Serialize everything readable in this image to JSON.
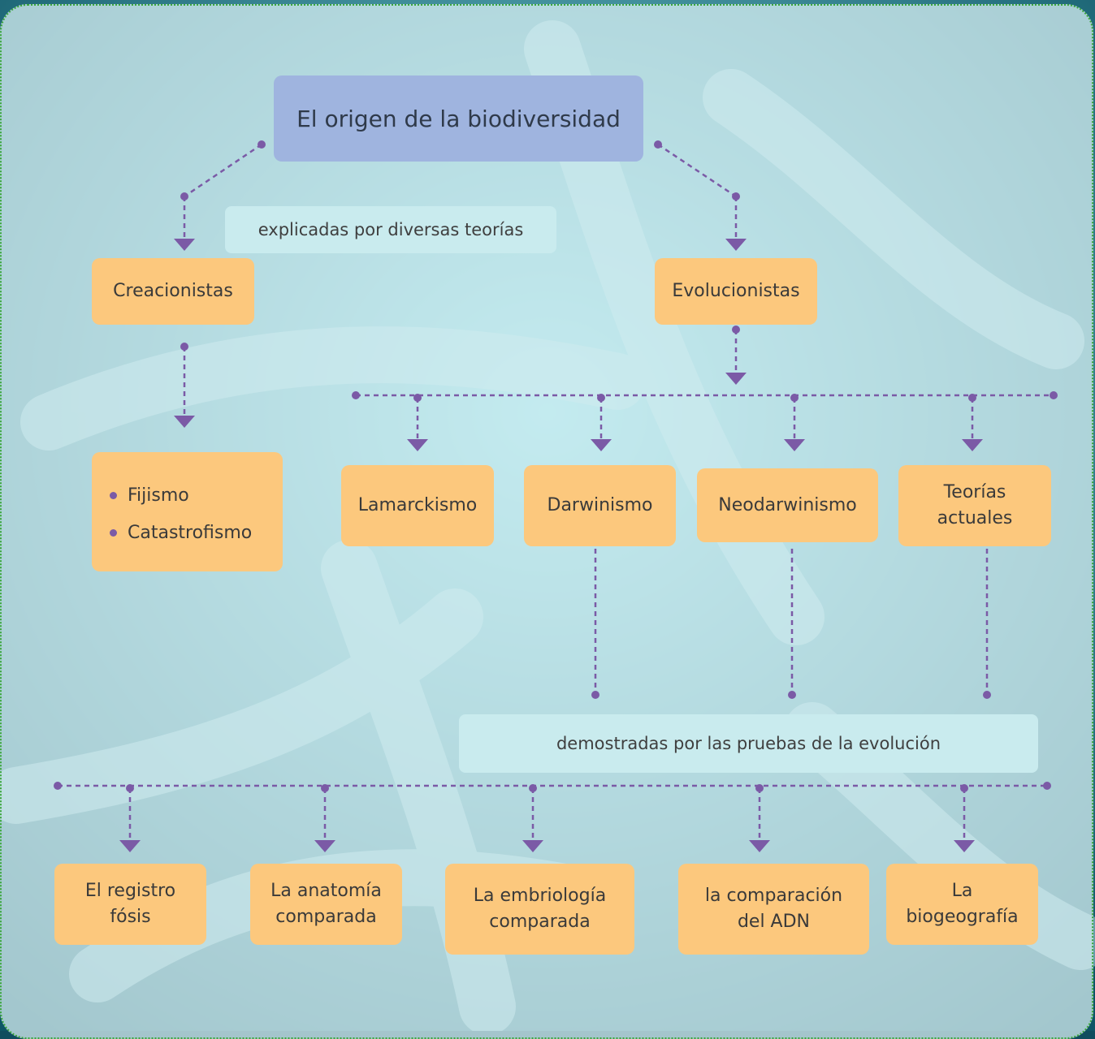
{
  "title": "El origen de la biodiversidad",
  "connector_top": "explicadas por diversas teorías",
  "creacionistas": {
    "label": "Creacionistas",
    "items": [
      "Fijismo",
      "Catastrofismo"
    ]
  },
  "evolucionistas": {
    "label": "Evolucionistas",
    "theories": [
      "Lamarckismo",
      "Darwinismo",
      "Neodarwinismo",
      "Teorías\nactuales"
    ]
  },
  "connector_bottom": "demostradas por las pruebas de la evolución",
  "pruebas": [
    "El registro\nfósis",
    "La anatomía\ncomparada",
    "La embriología\ncomparada",
    "la comparación\ndel ADN",
    "La\nbiogeografía"
  ],
  "colors": {
    "box": "#fcc87d",
    "title": "#9fb4df",
    "label": "#c9ebee",
    "connector": "#7b5aa6",
    "border": "#3aa63a"
  }
}
